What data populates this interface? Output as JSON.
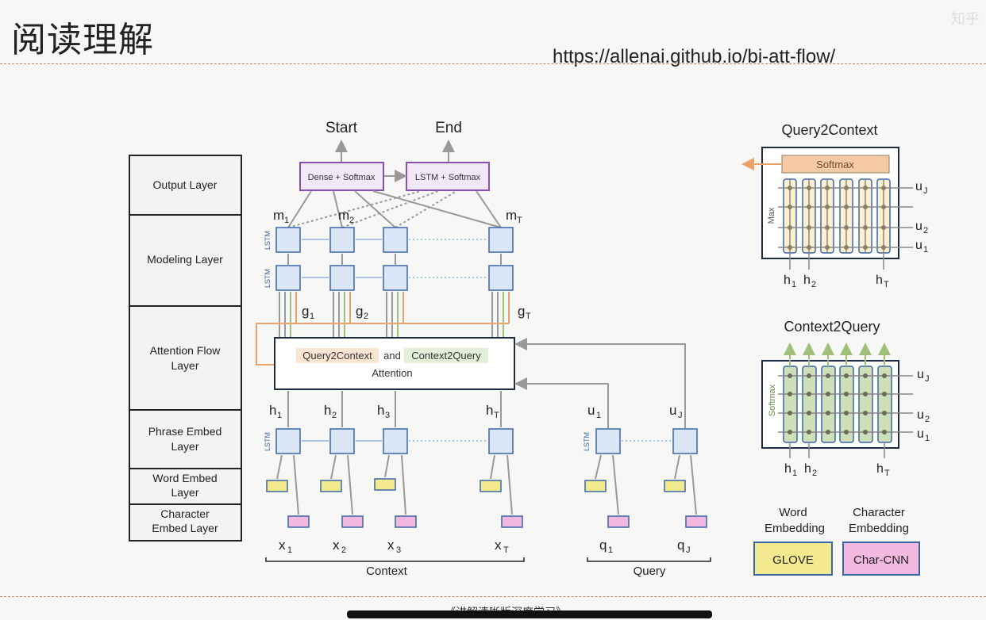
{
  "page": {
    "title": "阅读理解",
    "url": "https://allenai.github.io/bi-att-flow/",
    "bottom_caption": "《讲解清晰版深度学习》",
    "watermark": "知乎"
  },
  "layers": [
    "Output  Layer",
    "Modeling Layer",
    [
      "Attention  Flow",
      "Layer"
    ],
    [
      "Phrase Embed",
      "Layer"
    ],
    [
      "Word Embed",
      "Layer"
    ],
    [
      "Character",
      "Embed Layer"
    ]
  ],
  "output": {
    "start": "Start",
    "end": "End",
    "dense": "Dense + Softmax",
    "lstm": "LSTM + Softmax"
  },
  "modeling": {
    "m1": "m",
    "m1_sub": "1",
    "m2": "m",
    "m2_sub": "2",
    "mT": "m",
    "mT_sub": "T",
    "lstm": "LSTM"
  },
  "attention": {
    "q2c": "Query2Context",
    "and": "and",
    "c2q": "Context2Query",
    "label": "Attention",
    "g1": "g",
    "g1_sub": "1",
    "g2": "g",
    "g2_sub": "2",
    "gT": "g",
    "gT_sub": "T"
  },
  "context": {
    "label": "Context",
    "h": [
      "h",
      "h",
      "h",
      "h"
    ],
    "h_sub": [
      "1",
      "2",
      "3",
      "T"
    ],
    "x": [
      "x",
      "x",
      "x",
      "x"
    ],
    "x_sub": [
      "1",
      "2",
      "3",
      "T"
    ]
  },
  "query": {
    "label": "Query",
    "u": [
      "u",
      "u"
    ],
    "u_sub": [
      "1",
      "J"
    ],
    "q": [
      "q",
      "q"
    ],
    "q_sub": [
      "1",
      "J"
    ]
  },
  "q2c_panel": {
    "title": "Query2Context",
    "softmax": "Softmax",
    "max": "Max",
    "u_labels": [
      "u",
      "u",
      "u"
    ],
    "u_subs": [
      "J",
      "2",
      "1"
    ],
    "h_labels": [
      "h",
      "h",
      "h"
    ],
    "h_subs": [
      "1",
      "2",
      "T"
    ]
  },
  "c2q_panel": {
    "title": "Context2Query",
    "softmax": "Softmax",
    "u_labels": [
      "u",
      "u",
      "u"
    ],
    "u_subs": [
      "J",
      "2",
      "1"
    ],
    "h_labels": [
      "h",
      "h",
      "h"
    ],
    "h_subs": [
      "1",
      "2",
      "T"
    ]
  },
  "legend": {
    "word": [
      "Word",
      "Embedding"
    ],
    "char": [
      "Character",
      "Embedding"
    ],
    "glove": "GLOVE",
    "charcnn": "Char-CNN"
  },
  "colors": {
    "lstm_fill": "#dbe6f7",
    "lstm_stroke": "#3a66a8",
    "purple": "#8a4fb3",
    "orange": "#e8a26b",
    "green": "#9fbf7a",
    "glove": "#f3e98f",
    "charcnn": "#f3b8e0",
    "arrow": "#999"
  }
}
